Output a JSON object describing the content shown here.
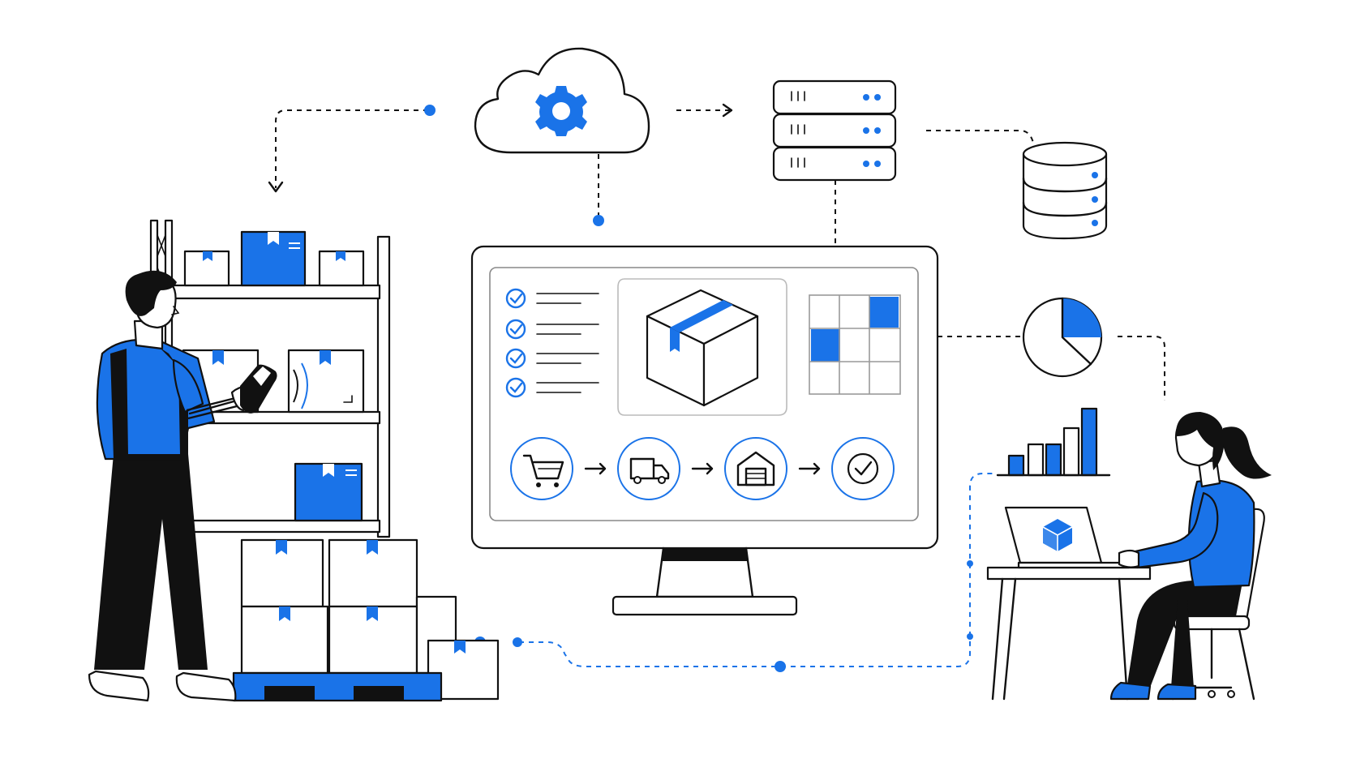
{
  "colors": {
    "accent": "#1a73e8",
    "ink": "#111111",
    "paper": "#ffffff"
  },
  "icons": {
    "cloud": "cloud-gear-icon",
    "server": "server-rack-icon",
    "database": "database-icon",
    "pie": "pie-chart-icon",
    "bars": "bar-chart-icon",
    "cart": "cart-icon",
    "truck": "truck-icon",
    "warehouse": "warehouse-icon",
    "check": "check-circle-icon",
    "package": "package-box-icon"
  },
  "scene": {
    "workflow_steps": [
      "cart",
      "truck",
      "warehouse",
      "check"
    ],
    "checklist_items": 4,
    "bar_chart_values": [
      0.25,
      0.45,
      0.45,
      0.6,
      0.95
    ],
    "pie_chart_highlight_fraction": 0.25
  }
}
